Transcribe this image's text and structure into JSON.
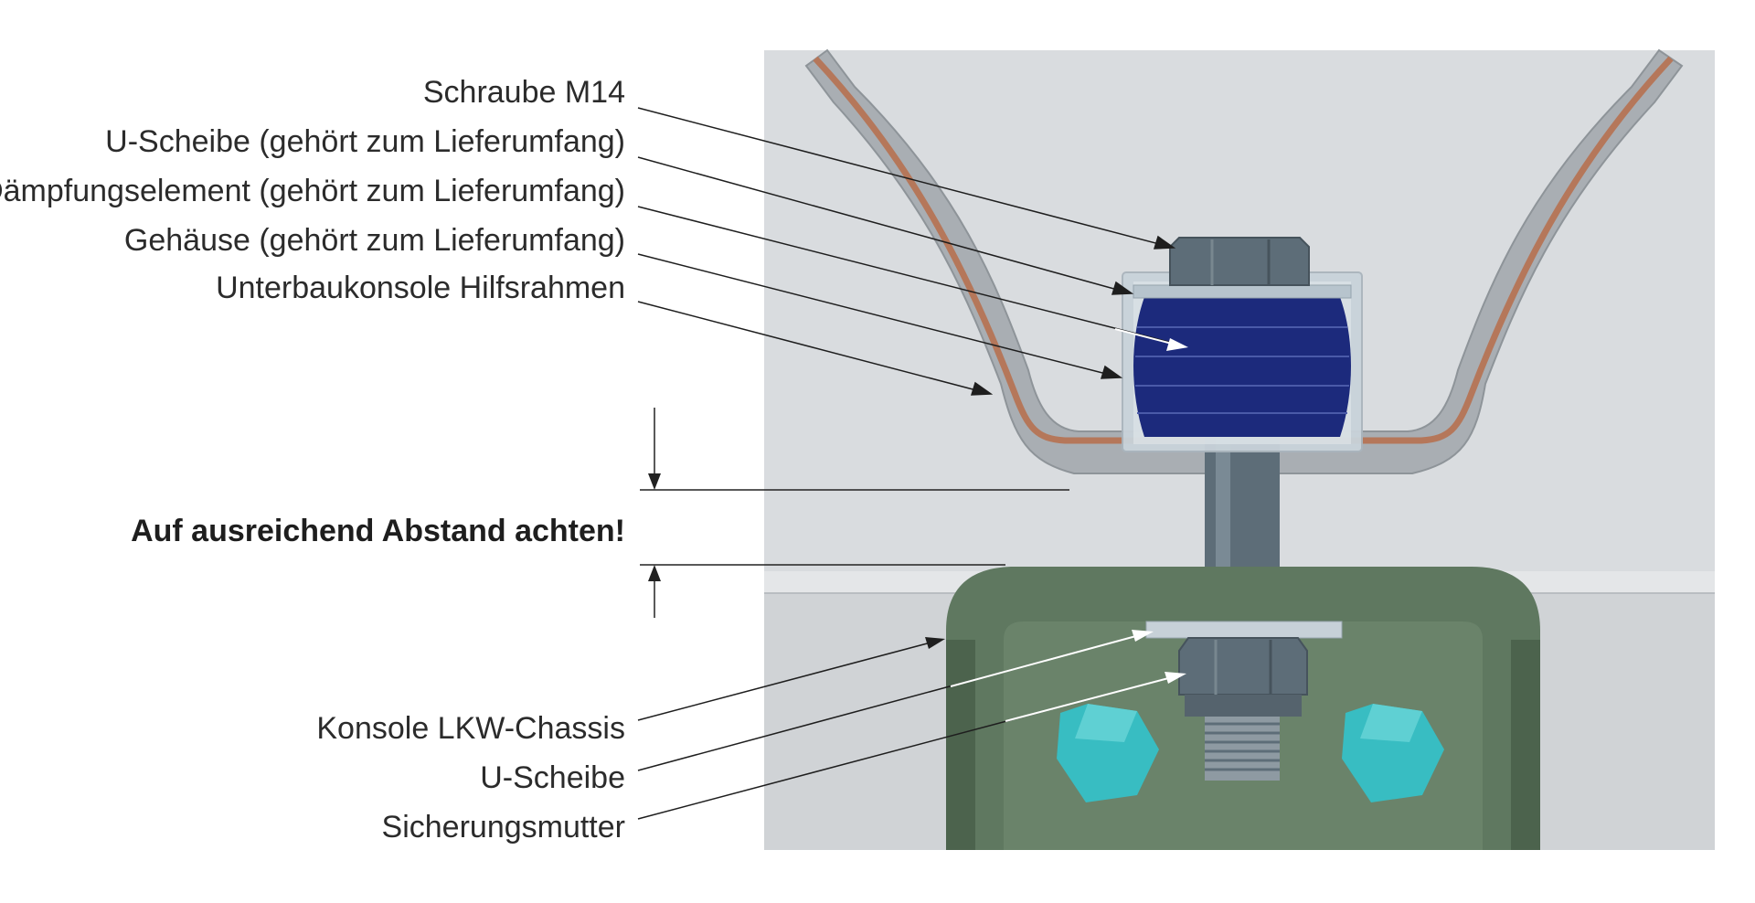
{
  "diagram": {
    "labels_top": [
      "Schraube M14",
      "U-Scheibe (gehört zum Lieferumfang)",
      "Dämpfungselement (gehört zum Lieferumfang)",
      "Gehäuse (gehört zum Lieferumfang)",
      "Unterbaukonsole Hilfsrahmen"
    ],
    "warning": "Auf ausreichend Abstand achten!",
    "labels_bottom": [
      "Konsole LKW-Chassis",
      "U-Scheibe",
      "Sicherungsmutter"
    ]
  },
  "colors": {
    "background_panel": "#d9dcdf",
    "subframe_bracket": "#a9aeb3",
    "copper_strip": "#b5775a",
    "damping_element": "#1c2a7c",
    "housing": "#c9d3da",
    "bolt": "#5d6d78",
    "chassis_bracket": "#5f7860",
    "chassis_bolts": "#38bdc2"
  }
}
